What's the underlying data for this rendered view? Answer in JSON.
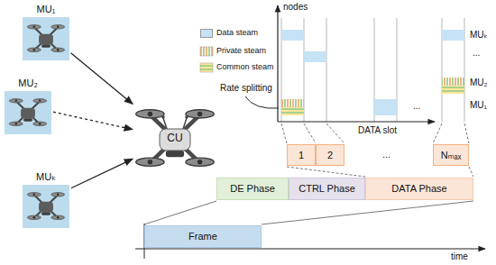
{
  "diagram": {
    "nodes": [
      {
        "text": [
          "MU₁"
        ]
      },
      {
        "text": [
          "MU₂"
        ]
      },
      {
        "text": [
          "MUₖ"
        ]
      },
      {
        "text": [
          "CU"
        ]
      },
      {
        "text": [
          "1"
        ]
      },
      {
        "text": [
          "2"
        ]
      },
      {
        "text": [
          "Nₘₐₓ"
        ]
      },
      {
        "text": [
          "DE Phase"
        ]
      },
      {
        "text": [
          "CTRL Phase"
        ]
      },
      {
        "text": [
          "DATA Phase"
        ]
      },
      {
        "text": [
          "Frame"
        ]
      }
    ],
    "edges": [
      {
        "from": 0,
        "to": 3,
        "arrow": "to"
      },
      {
        "from": 1,
        "to": 3,
        "arrow": "to"
      },
      {
        "from": 2,
        "to": 3,
        "arrow": "to"
      }
    ],
    "labels": [
      "nodes",
      "MUₖ",
      "...",
      "MU₂",
      "MU₁",
      "Rate splitting",
      "...",
      "DATA slot",
      "...",
      "time"
    ],
    "legend": [
      {
        "text": "Data steam",
        "color": "#c6e2f5"
      },
      {
        "text": "Private steam"
      },
      {
        "text": "Common steam"
      }
    ]
  }
}
